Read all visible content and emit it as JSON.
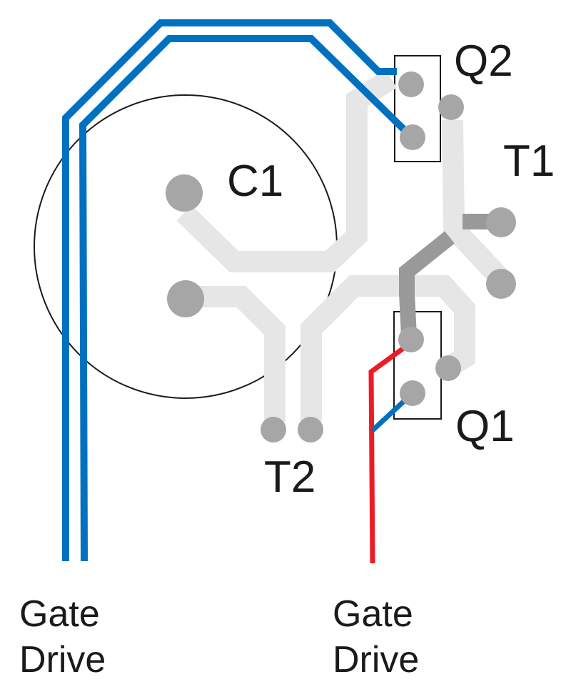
{
  "components": {
    "c1": "C1",
    "q1": "Q1",
    "q2": "Q2",
    "t1": "T1",
    "t2": "T2"
  },
  "gate_drive_left": {
    "line1": "Gate",
    "line2": "Drive"
  },
  "gate_drive_right": {
    "line1": "Gate",
    "line2": "Drive"
  },
  "colors": {
    "trace_light": "#e6e6e6",
    "trace_dark": "#999999",
    "pad": "#a6a6a6",
    "gate_blue": "#0070c0",
    "gate_red": "#ed1c24",
    "outline": "#1a1a1a"
  }
}
